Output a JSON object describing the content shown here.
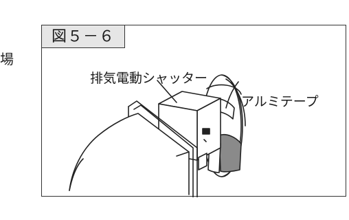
{
  "side_text": "場",
  "figure": {
    "number_label": "図５－６",
    "callouts": {
      "shutter": "排気電動シャッター",
      "aluminum_tape": "アルミテープ"
    }
  },
  "colors": {
    "line": "#222222",
    "tab_fill": "#e6e6e6",
    "tape_fill": "#8a8a8a"
  }
}
